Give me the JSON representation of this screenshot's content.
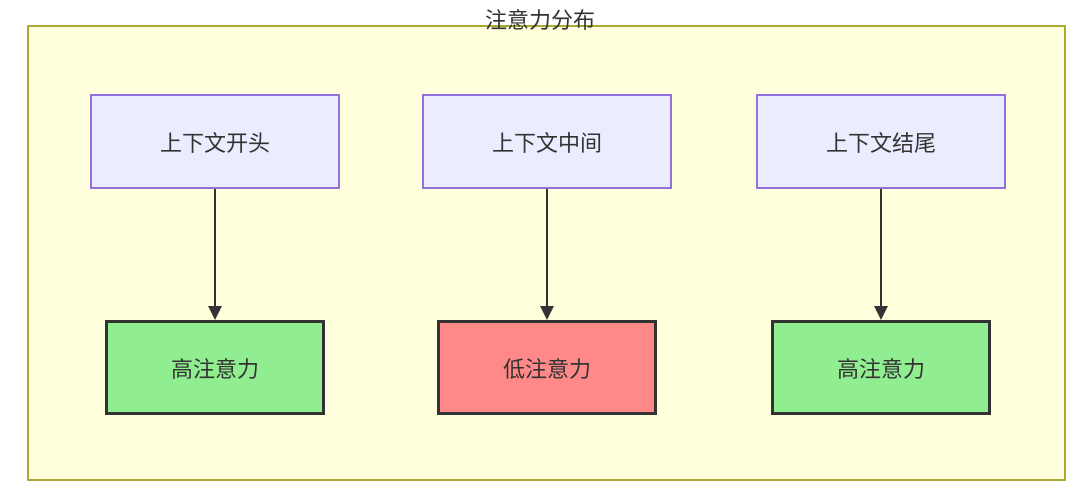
{
  "diagram": {
    "title": "注意力分布",
    "nodes": {
      "context_start": {
        "label": "上下文开头",
        "type": "context"
      },
      "context_middle": {
        "label": "上下文中间",
        "type": "context"
      },
      "context_end": {
        "label": "上下文结尾",
        "type": "context"
      },
      "attention_start": {
        "label": "高注意力",
        "status": "high"
      },
      "attention_middle": {
        "label": "低注意力",
        "status": "low"
      },
      "attention_end": {
        "label": "高注意力",
        "status": "high"
      }
    },
    "edges": [
      {
        "from": "context_start",
        "to": "attention_start"
      },
      {
        "from": "context_middle",
        "to": "attention_middle"
      },
      {
        "from": "context_end",
        "to": "attention_end"
      }
    ],
    "colors": {
      "canvas_bg": "#ffffff",
      "cluster_bg": "#ffffde",
      "cluster_border": "#aaaa33",
      "context_node_bg": "#ececff",
      "context_node_border": "#9370db",
      "high_attention_bg": "#90ee90",
      "low_attention_bg": "#ff8888",
      "result_node_border": "#333333",
      "text": "#333333",
      "arrow": "#333333"
    }
  }
}
